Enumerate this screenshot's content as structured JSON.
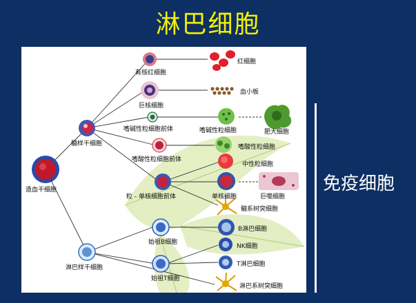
{
  "title": "淋巴细胞",
  "side_label": "免疫细胞",
  "labels": {
    "hsc": "造血干细胞",
    "myeloid_stem": "髓样干细胞",
    "lymphoid_stem": "淋巴样干细胞",
    "nucleated_rbc": "有核红细胞",
    "megakaryocyte": "巨核细胞",
    "basophil_precursor": "嗜碱性粒细胞前体",
    "eosinophil_precursor": "嗜酸性粒细胞前体",
    "granulocyte_monocyte_precursor": "粒 - 单核细胞前体",
    "rbc": "红细胞",
    "platelet": "血小板",
    "basophil": "嗜碱性粒细胞",
    "mast": "肥大细胞",
    "eosinophil": "嗜酸性粒细胞",
    "neutrophil": "中性粒细胞",
    "monocyte": "单核细胞",
    "macrophage": "巨噬细胞",
    "myeloid_dc": "髓系树突细胞",
    "b_precursor": "始祖B细胞",
    "t_precursor": "始祖T细胞",
    "b_cell": "B淋巴细胞",
    "nk_cell": "NK细胞",
    "t_cell": "T淋巴细胞",
    "lymphoid_dc": "淋巴系树突细胞"
  }
}
